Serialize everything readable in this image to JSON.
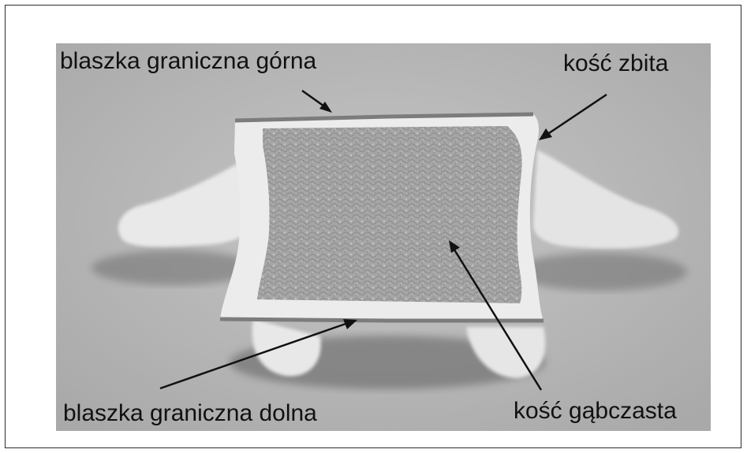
{
  "figure": {
    "labels": {
      "upper_endplate": "blaszka graniczna górna",
      "cortical_bone": "kość zbita",
      "lower_endplate": "blaszka graniczna dolna",
      "cancellous_bone": "kość gąbczasta"
    },
    "colors": {
      "background": "#b6b6b6",
      "cortical": "#ececec",
      "endplate_line": "#7c7c7c",
      "cancellous": "#a8a8a8",
      "arrow": "#111111"
    }
  }
}
